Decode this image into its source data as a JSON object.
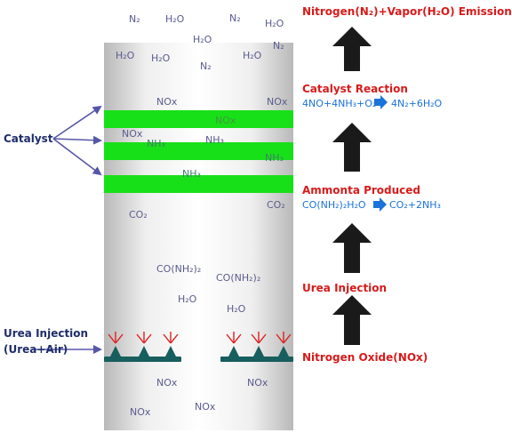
{
  "column": {
    "molecules_top": [
      "N₂",
      "H₂O",
      "N₂",
      "H₂O",
      "H₂O",
      "N₂",
      "H₂O",
      "H₂O",
      "N₂",
      "H₂O"
    ],
    "nox_upper": [
      "NOx",
      "NOx"
    ],
    "band_labels": [
      "NOx",
      "NOx",
      "NH₃",
      "NH₃",
      "NH₃",
      "NH₃"
    ],
    "co2": [
      "CO₂",
      "CO₂"
    ],
    "urea_molecules": [
      "CO(NH₂)₂",
      "CO(NH₂)₂"
    ],
    "water": [
      "H₂O",
      "H₂O"
    ],
    "nox_bottom": [
      "NOx",
      "NOx",
      "NOx",
      "NOx"
    ]
  },
  "left": {
    "catalyst_label": "Catalyst",
    "urea_injection_label": "Urea Injection",
    "urea_mix_label": "(Urea+Air)"
  },
  "right": {
    "steps": [
      {
        "title": "Nitrogen(N₂)+Vapor(H₂O) Emission",
        "equation": null
      },
      {
        "title": "Catalyst Reaction",
        "equation": {
          "left": "4NO+4NH₃+O₂",
          "right": "4N₂+6H₂O"
        }
      },
      {
        "title": "Ammonta Produced",
        "equation": {
          "left": "CO(NH₂)₂H₂O",
          "right": "CO₂+2NH₃"
        }
      },
      {
        "title": "Urea Injection",
        "equation": null
      },
      {
        "title": "Nitrogen Oxide(NOx)",
        "equation": null
      }
    ]
  },
  "colors": {
    "band": "#18e018",
    "arrow": "#1a1a1a",
    "title_red": "#d71b1b",
    "equation_blue": "#1a73d9",
    "molecule_text": "#5b5b8f",
    "nozzle": "#175e5e",
    "spray": "#e02020",
    "pointer_arrow": "#5656a8"
  },
  "icons": [
    "up-arrow-icon",
    "right-arrow-icon",
    "nozzle-icon",
    "spray-icon"
  ]
}
